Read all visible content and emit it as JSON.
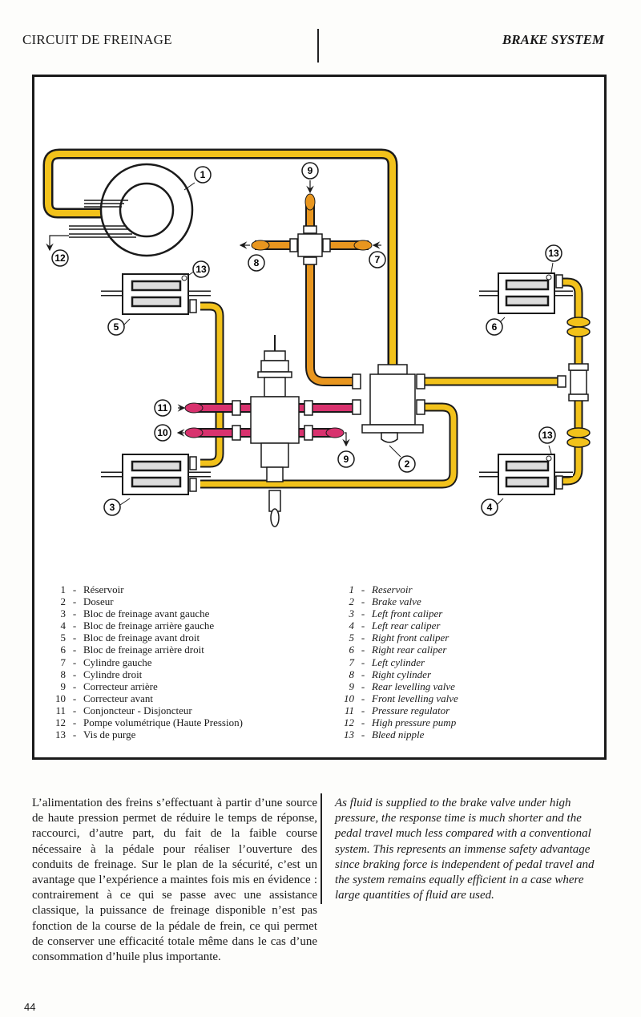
{
  "header": {
    "left_title": "CIRCUIT DE FREINAGE",
    "right_title": "BRAKE SYSTEM"
  },
  "diagram": {
    "colors": {
      "supply_pipe": "#f2c21b",
      "front_cylinder_pipe": "#e8961f",
      "regulator_pipe": "#d8326e",
      "outline": "#1a1a1a"
    },
    "callouts": [
      "1",
      "2",
      "3",
      "4",
      "5",
      "6",
      "7",
      "8",
      "9",
      "9",
      "10",
      "11",
      "12",
      "13",
      "13",
      "13"
    ]
  },
  "legend_fr": [
    {
      "num": "1",
      "label": "Réservoir"
    },
    {
      "num": "2",
      "label": "Doseur"
    },
    {
      "num": "3",
      "label": "Bloc de freinage avant gauche"
    },
    {
      "num": "4",
      "label": "Bloc de freinage arrière gauche"
    },
    {
      "num": "5",
      "label": "Bloc de freinage avant droit"
    },
    {
      "num": "6",
      "label": "Bloc de freinage arrière droit"
    },
    {
      "num": "7",
      "label": "Cylindre gauche"
    },
    {
      "num": "8",
      "label": "Cylindre droit"
    },
    {
      "num": "9",
      "label": "Correcteur arrière"
    },
    {
      "num": "10",
      "label": "Correcteur avant"
    },
    {
      "num": "11",
      "label": "Conjoncteur - Disjoncteur"
    },
    {
      "num": "12",
      "label": "Pompe volumétrique (Haute Pression)"
    },
    {
      "num": "13",
      "label": "Vis de purge"
    }
  ],
  "legend_en": [
    {
      "num": "1",
      "label": "Reservoir"
    },
    {
      "num": "2",
      "label": "Brake valve"
    },
    {
      "num": "3",
      "label": "Left front caliper"
    },
    {
      "num": "4",
      "label": "Left rear caliper"
    },
    {
      "num": "5",
      "label": "Right front caliper"
    },
    {
      "num": "6",
      "label": "Right rear caliper"
    },
    {
      "num": "7",
      "label": "Left cylinder"
    },
    {
      "num": "8",
      "label": "Right cylinder"
    },
    {
      "num": "9",
      "label": "Rear levelling valve"
    },
    {
      "num": "10",
      "label": "Front levelling valve"
    },
    {
      "num": "11",
      "label": "Pressure regulator"
    },
    {
      "num": "12",
      "label": "High pressure pump"
    },
    {
      "num": "13",
      "label": "Bleed nipple"
    }
  ],
  "body_fr": "L’alimentation des freins s’effectuant à partir d’une source de haute pression permet de réduire le temps de réponse, raccourci, d’autre part, du fait de la faible course nécessaire à la pédale pour réaliser l’ouverture des conduits de freinage. Sur le plan de la sécurité, c’est un avantage que l’expérience a maintes fois mis en évidence : contrairement à ce qui se passe avec une assistance classique, la puissance de freinage disponible n’est pas fonction de la course de la pédale de frein, ce qui permet de conserver une efficacité totale même dans le cas d’une consommation d’huile plus importante.",
  "body_en": "As fluid is supplied to the brake valve under high pressure, the response time is much shorter and the pedal travel much less compared with a conventional system. This represents an immense safety advantage since braking force is independent of pedal travel and the system remains equally efficient in a case where large quantities of fluid are used.",
  "footer": {
    "page_number": "44"
  }
}
